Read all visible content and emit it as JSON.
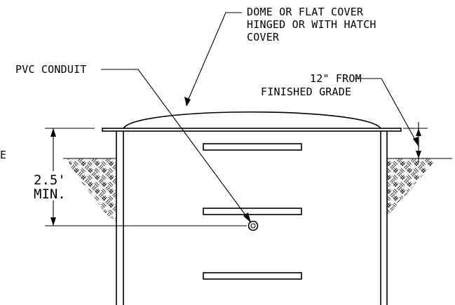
{
  "labels": {
    "cover_line1": "DOME OR FLAT COVER",
    "cover_line2": "HINGED OR WITH HATCH",
    "cover_line3": "COVER",
    "conduit": "PVC CONDUIT",
    "grade_line1": "12\" FROM",
    "grade_line2": "FINISHED GRADE",
    "depth_line1": "2.5'",
    "depth_line2": "MIN.",
    "edge_fragment": "E"
  },
  "colors": {
    "line": "#000000",
    "background": "#ffffff"
  }
}
